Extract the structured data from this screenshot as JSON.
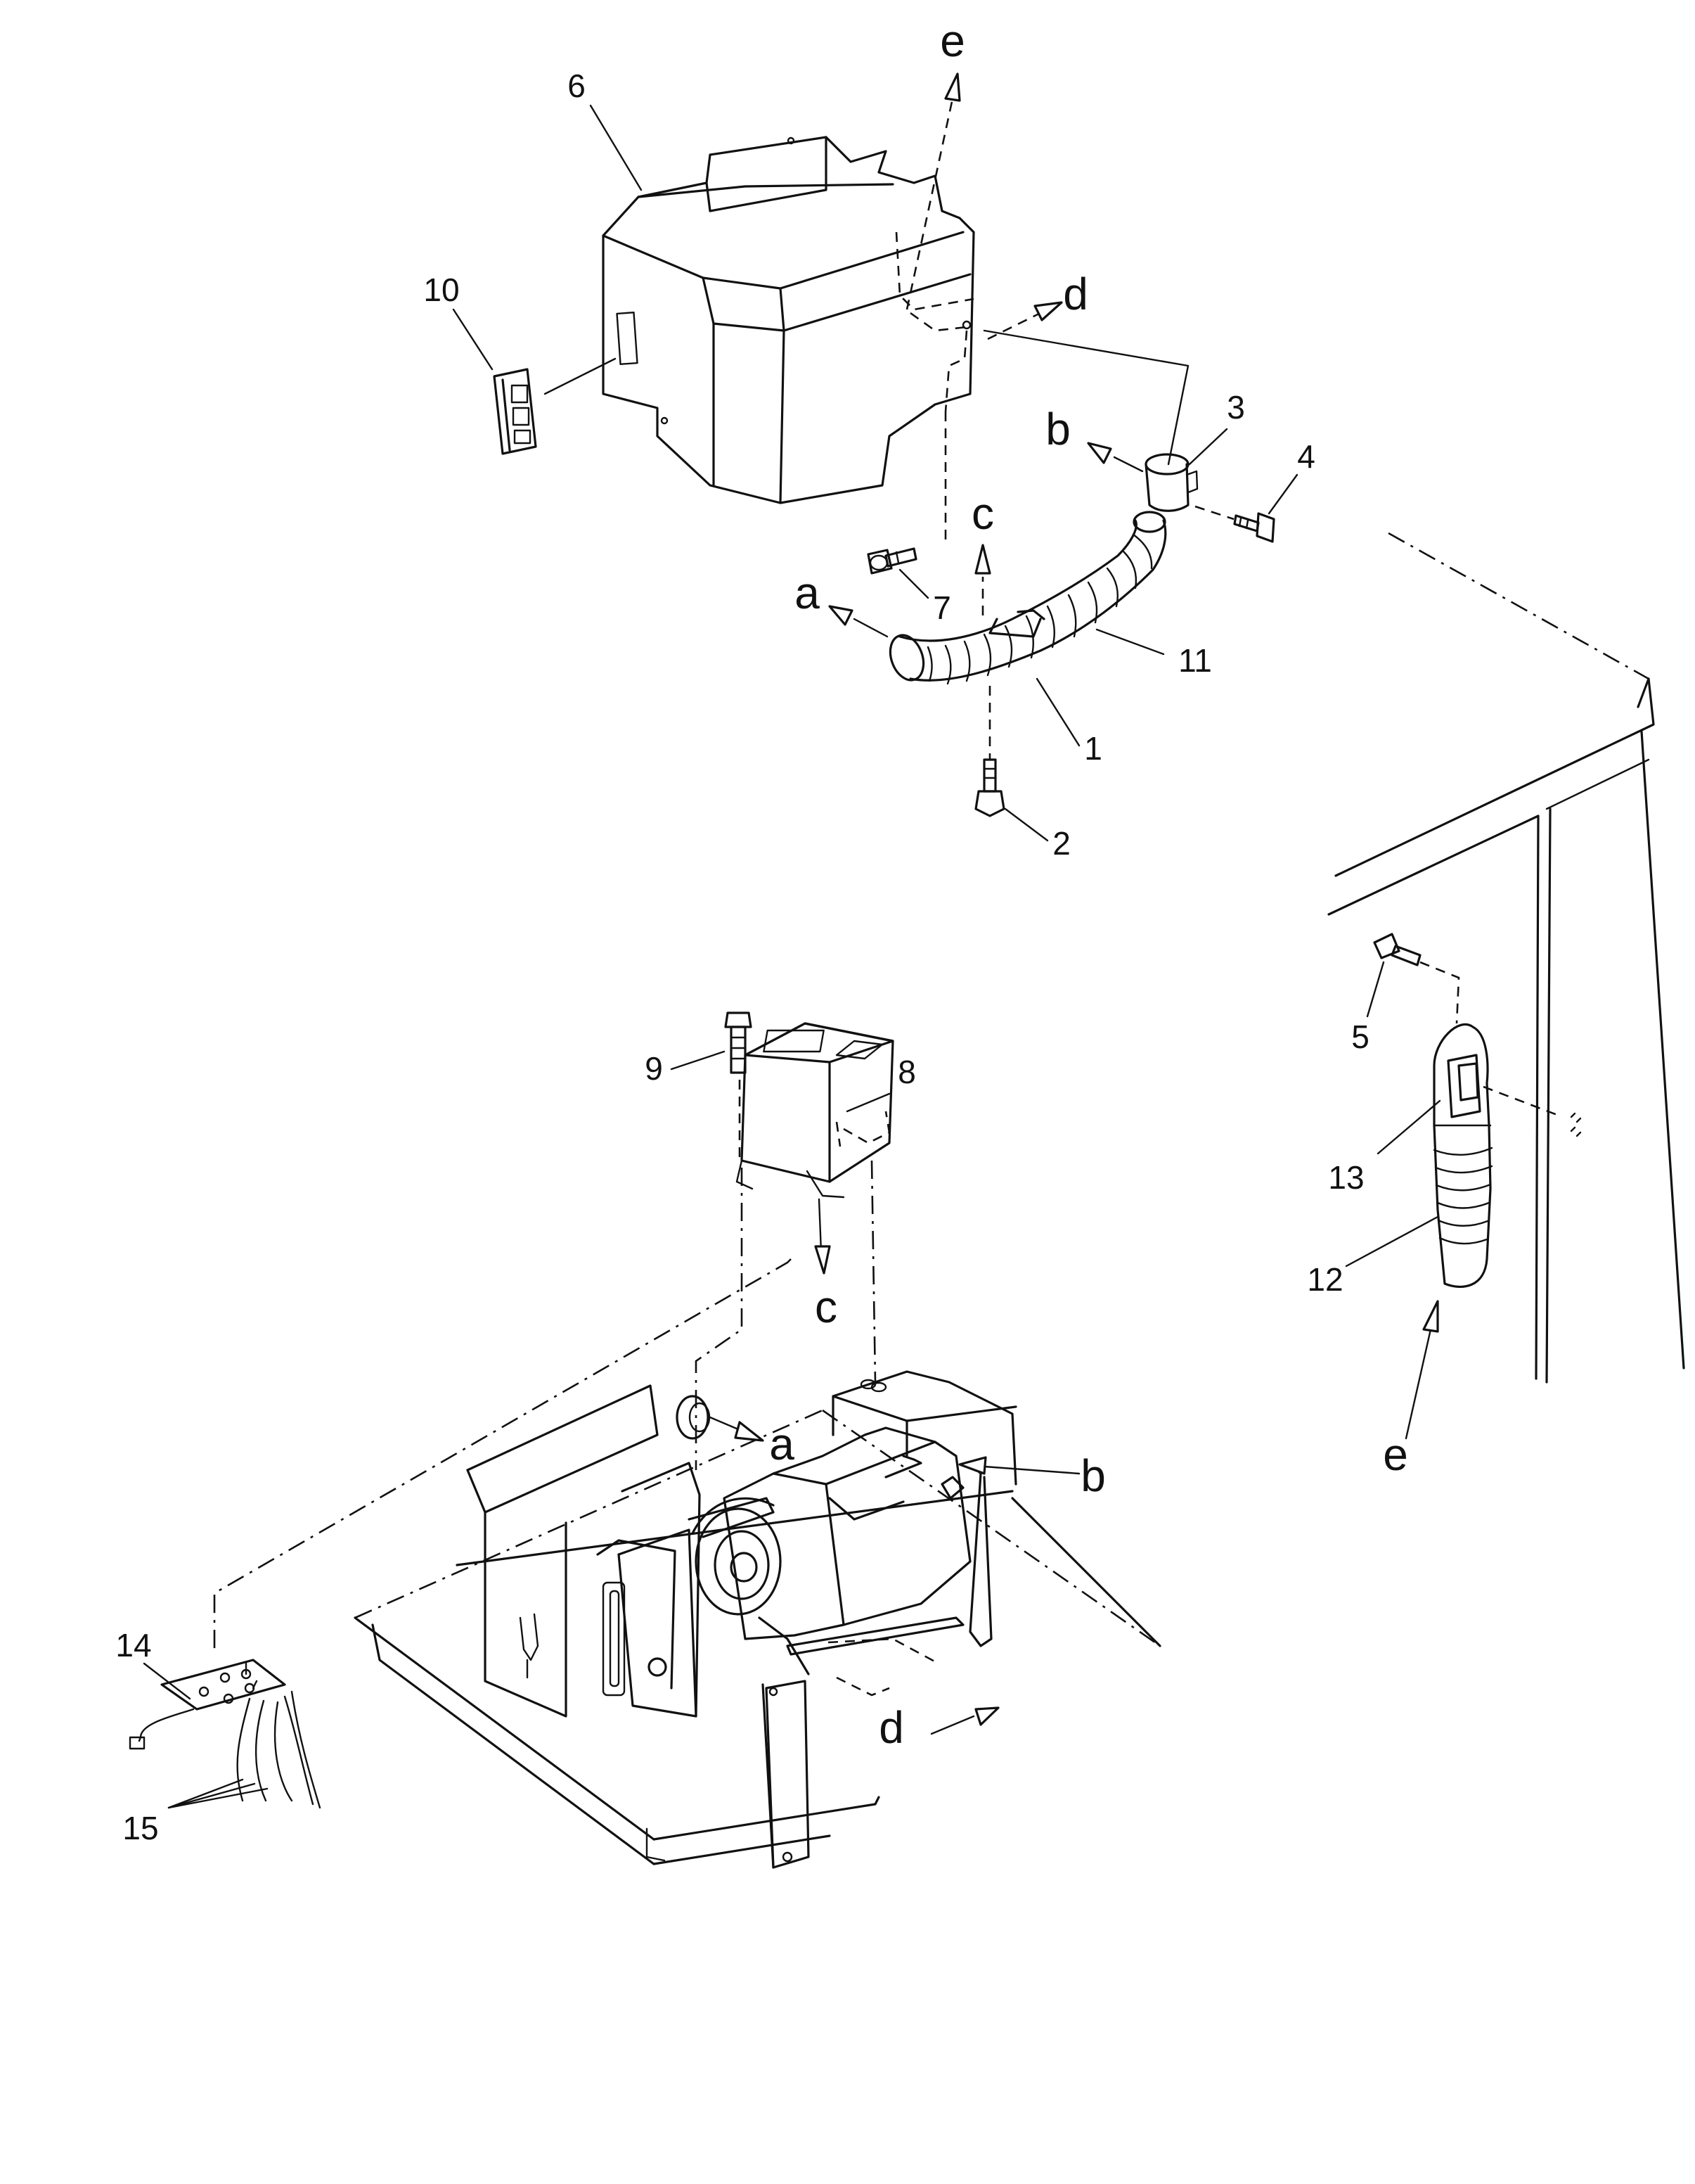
{
  "parts": [
    {
      "id": "label-1",
      "text": "1"
    },
    {
      "id": "label-2",
      "text": "2"
    },
    {
      "id": "label-3",
      "text": "3"
    },
    {
      "id": "label-4",
      "text": "4"
    },
    {
      "id": "label-5",
      "text": "5"
    },
    {
      "id": "label-6",
      "text": "6"
    },
    {
      "id": "label-7",
      "text": "7"
    },
    {
      "id": "label-8",
      "text": "8"
    },
    {
      "id": "label-9",
      "text": "9"
    },
    {
      "id": "label-10",
      "text": "10"
    },
    {
      "id": "label-11",
      "text": "11"
    },
    {
      "id": "label-12",
      "text": "12"
    },
    {
      "id": "label-13",
      "text": "13"
    },
    {
      "id": "label-14",
      "text": "14"
    },
    {
      "id": "label-15",
      "text": "15"
    }
  ],
  "connections": {
    "a": "a",
    "b": "b",
    "c": "c",
    "d": "d",
    "e": "e"
  }
}
